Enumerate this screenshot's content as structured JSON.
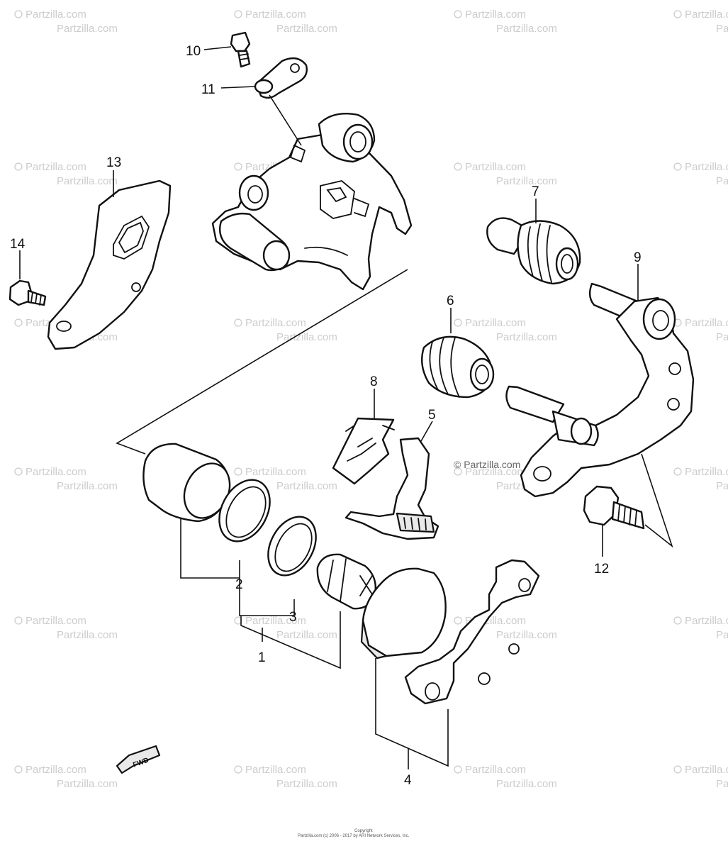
{
  "watermark": {
    "text": "Partzilla.com",
    "main_text": "© Partzilla.com"
  },
  "callouts": {
    "p1": "1",
    "p2": "2",
    "p3": "3",
    "p4": "4",
    "p5": "5",
    "p6": "6",
    "p7": "7",
    "p8": "8",
    "p9": "9",
    "p10": "10",
    "p11": "11",
    "p12": "12",
    "p13": "13",
    "p14": "14"
  },
  "fwd_label": "FWD",
  "copyright": {
    "line1": "Copyright",
    "line2": "Partzilla.com (c) 2006 - 2017 by ARI Network Services, Inc."
  },
  "colors": {
    "line": "#111111",
    "watermark": "#cccccc",
    "background": "#ffffff"
  }
}
